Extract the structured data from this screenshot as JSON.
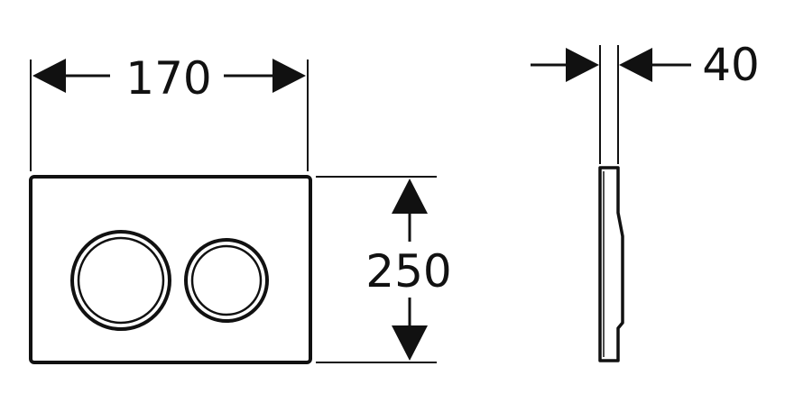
{
  "front_view": {
    "width_label": "170",
    "height_label": "250",
    "buttons": [
      "large-round-button",
      "small-round-button"
    ]
  },
  "side_view": {
    "depth_label": "40"
  },
  "colors": {
    "line": "#111111",
    "background": "#ffffff"
  }
}
